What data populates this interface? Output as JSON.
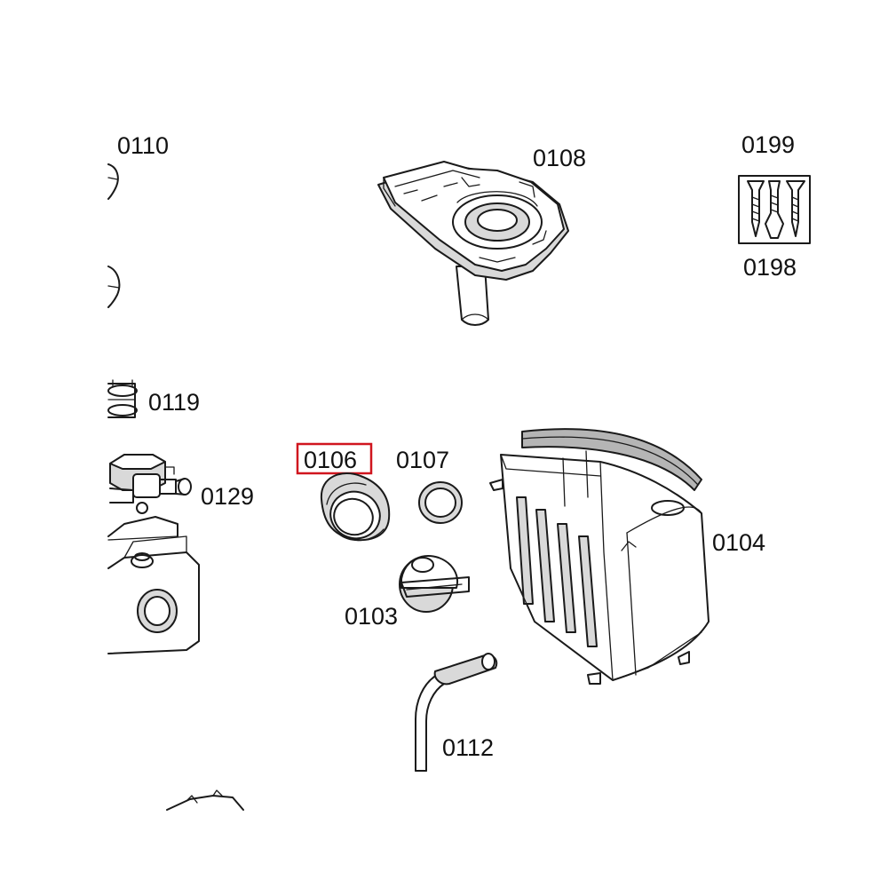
{
  "colors": {
    "line": "#1a1a1a",
    "highlight_box": "#d0151e",
    "shading": "#d9d9d9",
    "background": "#ffffff"
  },
  "parts": {
    "p0110": {
      "label": "0110"
    },
    "p0108": {
      "label": "0108"
    },
    "p0199": {
      "label": "0199"
    },
    "p0198": {
      "label": "0198"
    },
    "p0119": {
      "label": "0119"
    },
    "p0106": {
      "label": "0106",
      "highlighted": true
    },
    "p0107": {
      "label": "0107"
    },
    "p0129": {
      "label": "0129"
    },
    "p0104": {
      "label": "0104"
    },
    "p0103": {
      "label": "0103"
    },
    "p0112": {
      "label": "0112"
    }
  }
}
